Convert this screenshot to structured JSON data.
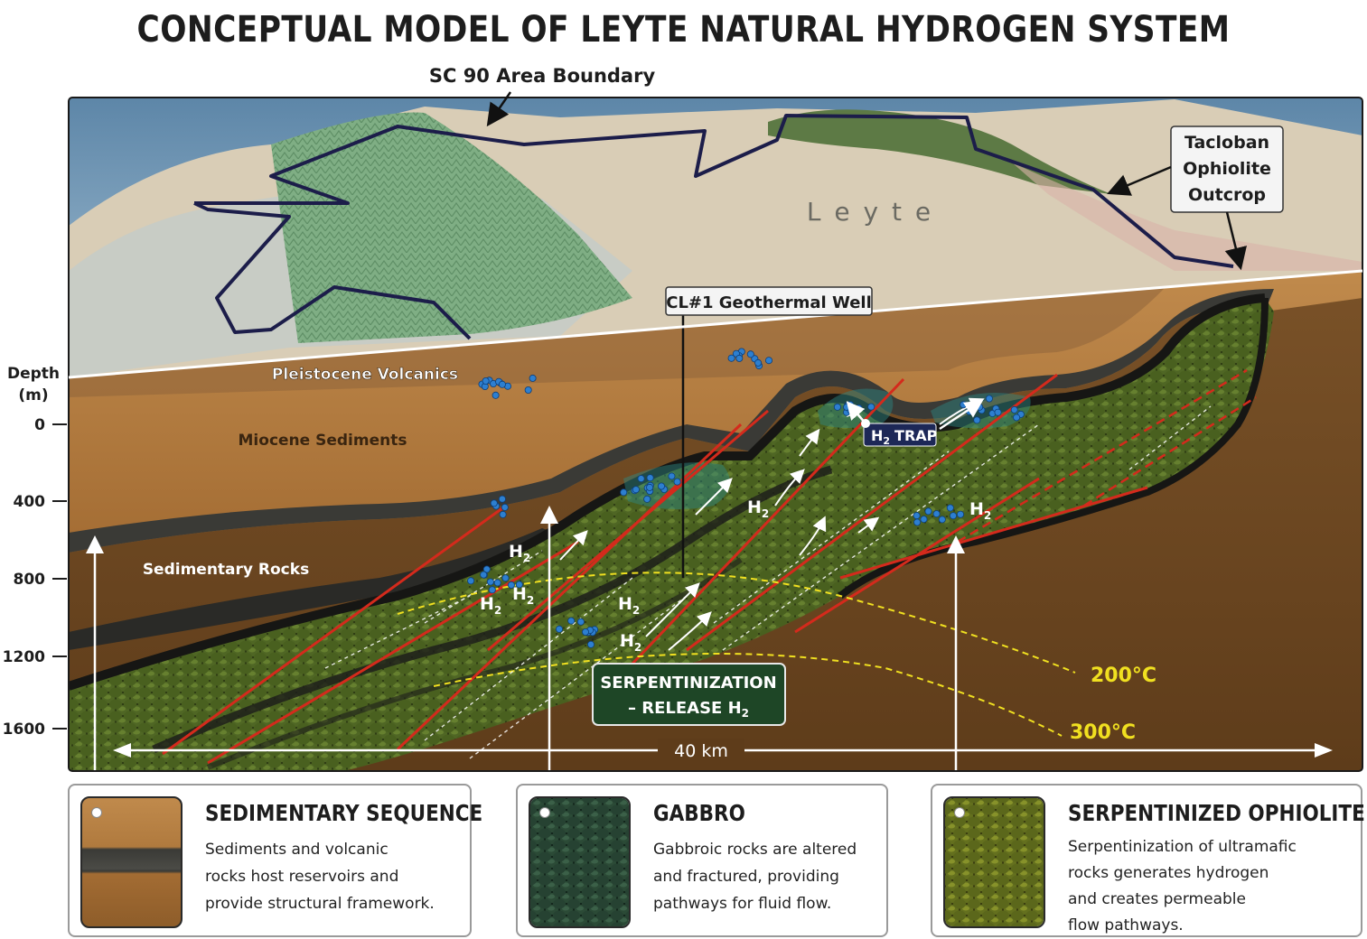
{
  "title": "CONCEPTUAL MODEL OF LEYTE NATURAL HYDROGEN SYSTEM",
  "map": {
    "boundary_label": "SC 90 Area Boundary",
    "island_label": "L e y t e",
    "outcrop_label_lines": [
      "Tacloban",
      "Ophiolite",
      "Outcrop"
    ],
    "well_label": "CL#1 Geothermal Well"
  },
  "section": {
    "layers": [
      "Pleistocene Volcanics",
      "Miocene Sediments",
      "Sedimentary Rocks"
    ],
    "depth_axis": {
      "title_lines": [
        "Depth",
        "(m)"
      ],
      "ticks": [
        "0",
        "400",
        "800",
        "1200",
        "1600"
      ]
    },
    "h2_label": "H",
    "h2_sub": "2",
    "trap_label": "TRAP",
    "serpentinization_lines": [
      "SERPENTINIZATION",
      "– RELEASE H"
    ],
    "isotherms": [
      "200°C",
      "300°C"
    ],
    "scale_label": "40 km"
  },
  "legend": [
    {
      "title": "SEDIMENTARY SEQUENCE",
      "lines": [
        "Sediments and volcanic",
        "rocks host reservoirs and",
        "provide structural framework."
      ]
    },
    {
      "title": "GABBRO",
      "lines": [
        "Gabbroic rocks are altered",
        "and fractured, providing",
        "pathways for fluid flow."
      ]
    },
    {
      "title": "SERPENTINIZED OPHIOLITE",
      "lines": [
        "Serpentinization of ultramafic",
        "rocks generates hydrogen",
        "and creates permeable",
        "flow pathways."
      ]
    }
  ],
  "colors": {
    "sediment": "#b07a3e",
    "dark_band": "#3a3a36",
    "ophiolite": "#4a5e22",
    "fault": "#d42a1c",
    "isotherm": "#f0e020",
    "h2_bubble": "#2d7fd0",
    "boundary": "#1c1d4a"
  }
}
